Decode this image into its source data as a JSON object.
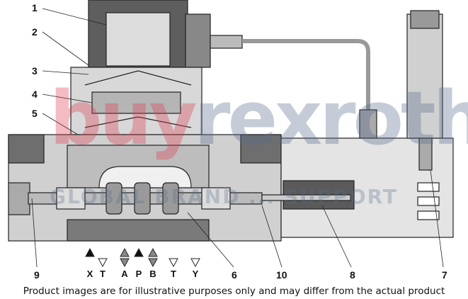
{
  "callouts": [
    "1",
    "2",
    "3",
    "4",
    "5",
    "9",
    "6",
    "10",
    "8",
    "7"
  ],
  "ports": [
    "X",
    "T",
    "A",
    "P",
    "B",
    "T",
    "Y"
  ],
  "caption": "Product images are for illustrative purposes only and may differ from the actual product",
  "watermark": {
    "brand_red": "buy",
    "brand_gray": "rexroth.e",
    "tagline": "GLOBAL BRAND ... SUPPORT"
  },
  "colors": {
    "body": "#c8c8c8",
    "dark": "#6e6e6e",
    "line": "#222222",
    "watermark_red": "#dc3c50",
    "watermark_gray": "#5a6e8c"
  }
}
